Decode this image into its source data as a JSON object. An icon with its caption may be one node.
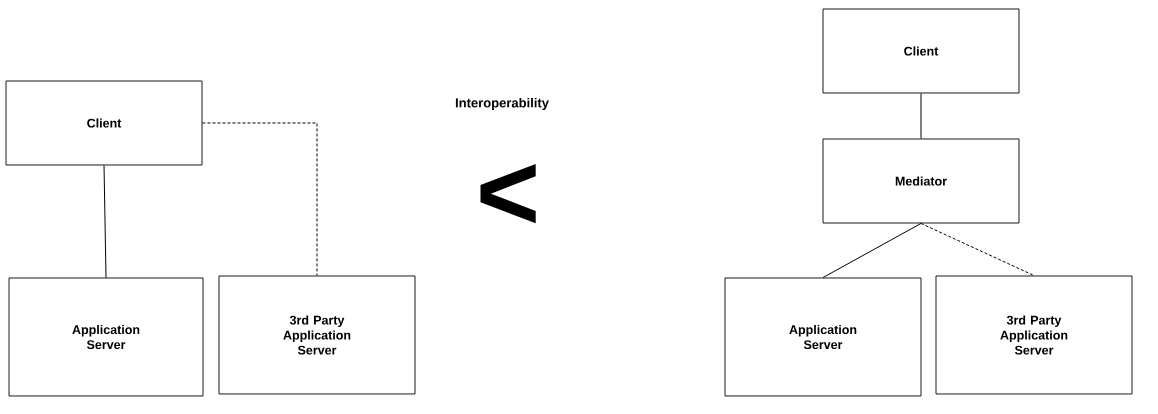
{
  "diagram": {
    "nodes": [
      {
        "text": [
          "Client"
        ]
      },
      {
        "text": [
          "Application Server"
        ]
      },
      {
        "text": [
          "3rd Party Application Server"
        ]
      },
      {
        "text": [
          "Client"
        ]
      },
      {
        "text": [
          "Mediator"
        ]
      },
      {
        "text": [
          "Application Server"
        ]
      },
      {
        "text": [
          "3rd Party Application Server"
        ]
      }
    ],
    "edges": [
      {
        "from": 0,
        "to": 1,
        "arrow": "none"
      },
      {
        "from": 0,
        "to": 2,
        "arrow": "none",
        "style": "dashed"
      },
      {
        "from": 3,
        "to": 4,
        "arrow": "none"
      },
      {
        "from": 4,
        "to": 5,
        "arrow": "none"
      },
      {
        "from": 4,
        "to": 6,
        "arrow": "none",
        "style": "dashed"
      }
    ],
    "labels": [
      "Interoperability",
      "<"
    ]
  }
}
